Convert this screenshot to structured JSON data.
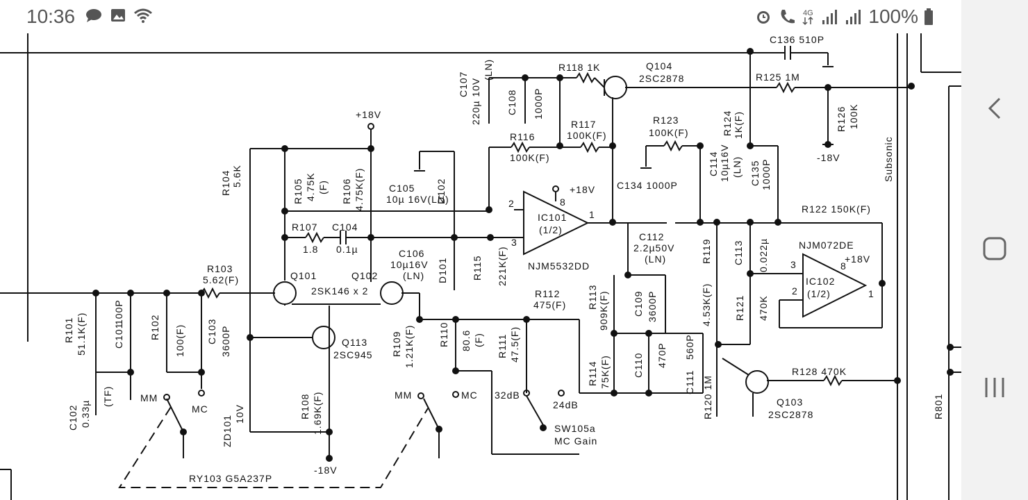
{
  "status_bar": {
    "time": "10:36",
    "left_icons": [
      "chat-bubble-icon",
      "image-icon",
      "wifi-icon"
    ],
    "right_icons": [
      "alarm-icon",
      "call-icon",
      "4g-icon",
      "signal-icon",
      "signal-icon-2"
    ],
    "battery": "100%"
  },
  "schematic": {
    "labels": {
      "c136": "C136 510P",
      "q104": "Q104",
      "q104_part": "2SC2878",
      "r118": "R118 1K",
      "r125": "R125 1M",
      "c107": "C107",
      "c107_val": "220µ 10V",
      "c107_ln": "(LN)",
      "c108": "C108",
      "c108_val": "1000P",
      "r126": "R126",
      "r126_val": "100K",
      "neg18_top": "-18V",
      "pos18_a": "+18V",
      "r117": "R117",
      "r117_val": "100K(F)",
      "r116": "R116",
      "r116_val": "100K(F)",
      "r123": "R123",
      "r123_val": "100K(F)",
      "r124": "R124",
      "r124_val": "1K(F)",
      "subsonic": "Subsonic",
      "r104": "R104",
      "r104_val": "5.6K",
      "r105": "R105",
      "r105_val": "4.75K",
      "r105_f": "(F)",
      "r106": "R106",
      "r106_val": "4.75K(F)",
      "c105": "C105",
      "c105_val": "10µ 16V(LN)",
      "d102": "D102",
      "pos18_b": "+18V",
      "pin8_a": "8",
      "pin2_a": "2",
      "pin3_a": "3",
      "pin1_a": "1",
      "ic101": "IC101",
      "ic101_half": "(1/2)",
      "ic101_part": "NJM5532DD",
      "c134": "C134 1000P",
      "c114": "C114",
      "c114_val": "10µ16V",
      "c114_ln": "(LN)",
      "c135": "C135",
      "c135_val": "1000P",
      "r122": "R122 150K(F)",
      "r107": "R107",
      "r107_val": "1.8",
      "c104": "C104",
      "c104_val": "0.1µ",
      "c106": "C106",
      "c106_val": "10µ16V",
      "c106_ln": "(LN)",
      "d101": "D101",
      "r115": "R115",
      "r115_val": "221K(F)",
      "c112": "C112",
      "c112_val": "2.2µ50V",
      "c112_ln": "(LN)",
      "c113": "C113",
      "c113_val": "0.022µ",
      "ic102_part": "NJM072DE",
      "pos18_c": "+18V",
      "pin3_b": "3",
      "pin8_b": "8",
      "pin2_b": "2",
      "pin1_b": "1",
      "ic102": "IC102",
      "ic102_half": "(1/2)",
      "r103": "R103",
      "r103_val": "5.62(F)",
      "q101": "Q101",
      "q102": "Q102",
      "q101_part": "2SK146 x 2",
      "r112": "R112",
      "r112_val": "475(F)",
      "r113": "R113",
      "r113_val": "909K(F)",
      "c109": "C109",
      "c109_val": "3600P",
      "r119": "R119",
      "r119_val": "4.53K(F)",
      "r121": "R121",
      "r121_val": "470K",
      "r101": "R101",
      "r101_val": "51.1K(F)",
      "c101": "C101",
      "c101_val": "100P",
      "r102": "R102",
      "r102_val": "100(F)",
      "c103": "C103",
      "c103_val": "3600P",
      "q113": "Q113",
      "q113_part": "2SC945",
      "r109": "R109",
      "r109_val": "1.21K(F)",
      "r110": "R110",
      "r110_val": "80.6",
      "r110_f": "(F)",
      "r111": "R111",
      "r111_val": "47.5(F)",
      "r114": "R114",
      "r114_val": "75K(F)",
      "c110": "C110",
      "c110_val": "470P",
      "c111": "C111",
      "c111_val": "560P",
      "r128": "R128  470K",
      "c102": "C102",
      "c102_val": "0.33µ",
      "c102_tf": "(TF)",
      "mm_a": "MM",
      "mc_a": "MC",
      "zd101": "ZD101",
      "zd101_val": "10V",
      "r108": "R108",
      "r108_val": "1.69K(F)",
      "mm_b": "MM",
      "mc_b": "MC",
      "db32": "32dB",
      "db24": "24dB",
      "sw105": "SW105a",
      "sw105_desc": "MC Gain",
      "r120": "R120  1M",
      "q103": "Q103",
      "q103_part": "2SC2878",
      "r801": "R801",
      "neg18_bottom": "-18V",
      "ry103": "RY103  G5A237P"
    }
  }
}
